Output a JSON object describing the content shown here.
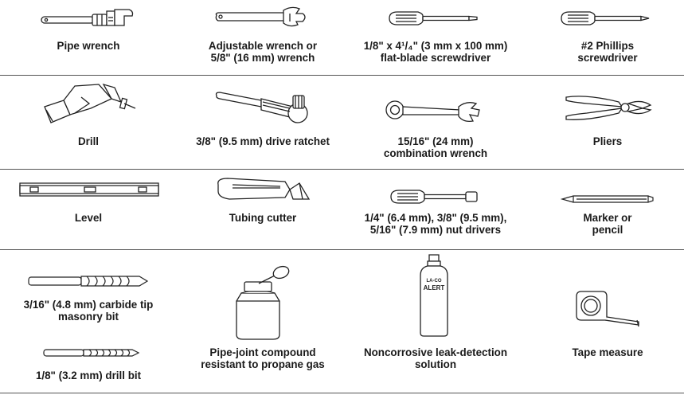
{
  "rows": [
    [
      "Pipe wrench",
      "Adjustable wrench or\n5/8\" (16 mm) wrench",
      "1/8\" x 4¹/₄\" (3 mm x 100 mm)\nflat-blade screwdriver",
      "#2 Phillips screwdriver"
    ],
    [
      "Drill",
      "3/8\" (9.5 mm) drive ratchet",
      "15/16\" (24 mm)\ncombination wrench",
      "Pliers"
    ],
    [
      "Level",
      "Tubing cutter",
      "1/4\" (6.4 mm), 3/8\" (9.5 mm),\n5/16\" (7.9 mm) nut drivers",
      "Marker or pencil"
    ],
    [
      "3/16\" (4.8 mm) carbide tip\nmasonry bit",
      "Pipe-joint compound\nresistant to propane gas",
      "Noncorrosive leak-detection\nsolution",
      "Tape measure"
    ],
    [
      "1/8\" (3.2 mm) drill bit"
    ]
  ],
  "bottle_label": [
    "LA-CO",
    "ALERT"
  ],
  "icons": [
    "pipe-wrench-icon",
    "adjustable-wrench-icon",
    "flat-screwdriver-icon",
    "phillips-screwdriver-icon",
    "drill-icon",
    "ratchet-icon",
    "combination-wrench-icon",
    "pliers-icon",
    "level-icon",
    "tubing-cutter-icon",
    "nut-drivers-icon",
    "pencil-icon",
    "masonry-bit-icon",
    "pipe-joint-compound-icon",
    "leak-detection-bottle-icon",
    "tape-measure-icon",
    "drill-bit-icon"
  ]
}
